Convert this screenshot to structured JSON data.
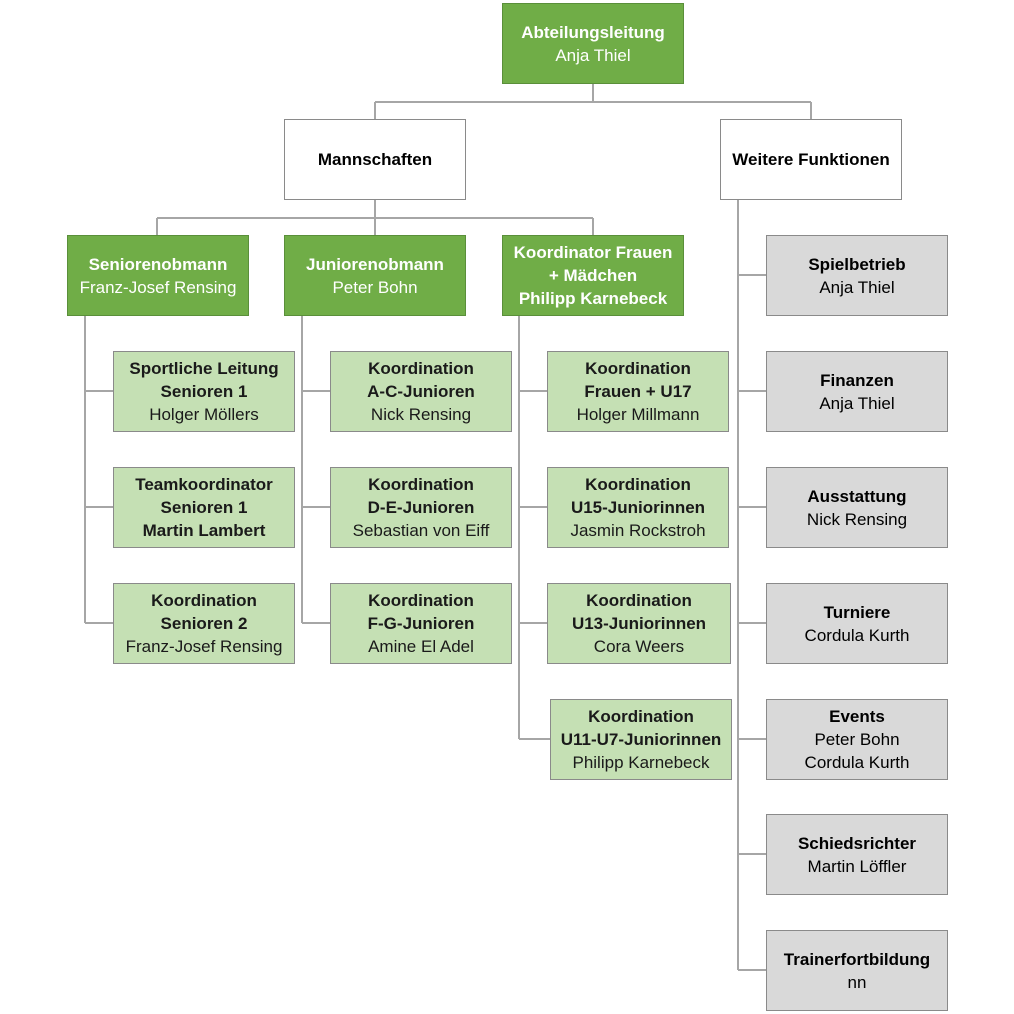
{
  "root": {
    "title": "Abteilungsleitung",
    "name": "Anja Thiel"
  },
  "mannschaften": {
    "title": "Mannschaften"
  },
  "weitere": {
    "title": "Weitere Funktionen"
  },
  "senioren": {
    "head": {
      "title": "Seniorenobmann",
      "name": "Franz-Josef Rensing"
    },
    "items": [
      {
        "line1": "Sportliche Leitung",
        "line2": "Senioren 1",
        "name": "Holger Möllers"
      },
      {
        "line1": "Teamkoordinator",
        "line2": "Senioren 1",
        "name": "Martin Lambert"
      },
      {
        "line1": "Koordination",
        "line2": "Senioren 2",
        "name": "Franz-Josef Rensing"
      }
    ]
  },
  "junioren": {
    "head": {
      "title": "Juniorenobmann",
      "name": "Peter Bohn"
    },
    "items": [
      {
        "line1": "Koordination",
        "line2": "A-C-Junioren",
        "name": "Nick Rensing"
      },
      {
        "line1": "Koordination",
        "line2": "D-E-Junioren",
        "name": "Sebastian von Eiff"
      },
      {
        "line1": "Koordination",
        "line2": "F-G-Junioren",
        "name": "Amine El Adel"
      }
    ]
  },
  "frauen": {
    "head": {
      "line1": "Koordinator Frauen",
      "line2": "+ Mädchen",
      "name": "Philipp Karnebeck"
    },
    "items": [
      {
        "line1": "Koordination",
        "line2": "Frauen + U17",
        "name": "Holger Millmann"
      },
      {
        "line1": "Koordination",
        "line2": "U15-Juniorinnen",
        "name": "Jasmin Rockstroh"
      },
      {
        "line1": "Koordination",
        "line2": "U13-Juniorinnen",
        "name": "Cora Weers"
      },
      {
        "line1": "Koordination",
        "line2": "U11-U7-Juniorinnen",
        "name": "Philipp Karnebeck"
      }
    ]
  },
  "functions": [
    {
      "title": "Spielbetrieb",
      "names": [
        "Anja Thiel"
      ]
    },
    {
      "title": "Finanzen",
      "names": [
        "Anja Thiel"
      ]
    },
    {
      "title": "Ausstattung",
      "names": [
        "Nick Rensing"
      ]
    },
    {
      "title": "Turniere",
      "names": [
        "Cordula Kurth"
      ]
    },
    {
      "title": "Events",
      "names": [
        "Peter Bohn",
        "Cordula Kurth"
      ]
    },
    {
      "title": "Schiedsrichter",
      "names": [
        "Martin Löffler"
      ]
    },
    {
      "title": "Trainerfortbildung",
      "names": [
        "nn"
      ]
    }
  ],
  "colors": {
    "dark_green": "#70ad47",
    "light_green": "#c5e0b4",
    "grey": "#d9d9d9",
    "connector": "#a6a6a6"
  }
}
